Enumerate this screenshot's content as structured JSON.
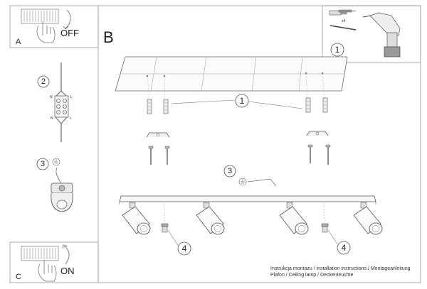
{
  "panels": {
    "a": {
      "letter": "A",
      "switch_text": "OFF"
    },
    "b": {
      "letter": "B"
    },
    "c": {
      "letter": "C",
      "switch_text": "ON"
    }
  },
  "kit": {
    "step": "1",
    "qty": "x4"
  },
  "steps": {
    "s1": "1",
    "s2": "2",
    "s3_left": "3",
    "s3_main": "3",
    "s4_left": "4",
    "s4_right": "4"
  },
  "terminal_labels": {
    "n_top": "N",
    "l_top": "L",
    "n_bottom": "N",
    "l_bottom": "L"
  },
  "footer": {
    "line1": "Instrukcja montażu / installation instructions / Montageanleitung",
    "line2": "Plafon / Ceiling lamp / Deckenleuchte"
  }
}
